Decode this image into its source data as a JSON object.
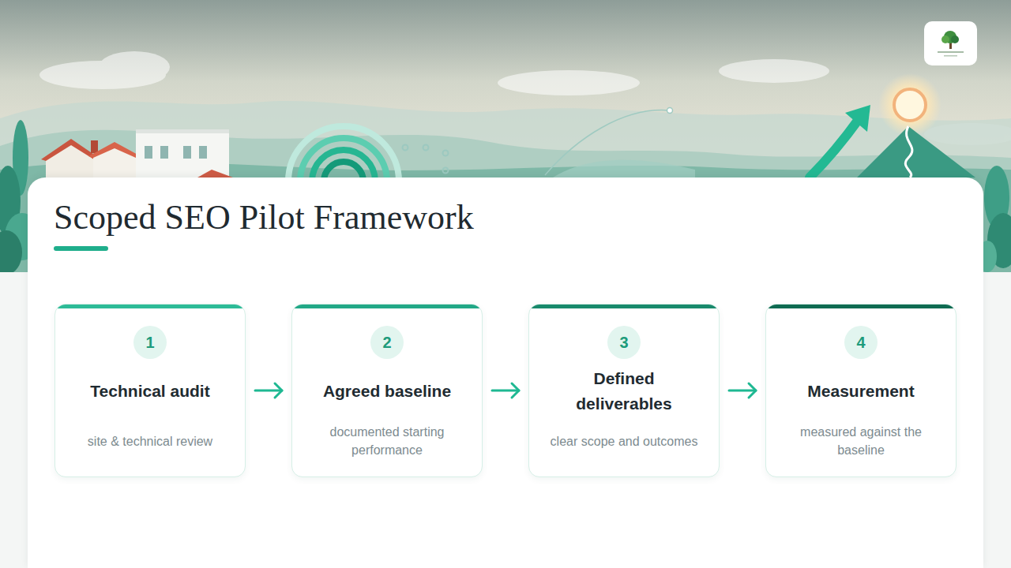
{
  "diagram": {
    "title": "Scoped SEO Pilot Framework",
    "nodes": [
      {
        "text": [
          "1",
          "Technical audit",
          "site & technical review"
        ]
      },
      {
        "text": [
          "2",
          "Agreed baseline",
          "documented starting performance"
        ]
      },
      {
        "text": [
          "3",
          "Defined deliverables",
          "clear scope and outcomes"
        ]
      },
      {
        "text": [
          "4",
          "Measurement",
          "measured against the baseline"
        ]
      }
    ],
    "edges": [
      {
        "from": 0,
        "to": 1,
        "arrow": "to"
      },
      {
        "from": 1,
        "to": 2,
        "arrow": "to"
      },
      {
        "from": 2,
        "to": 3,
        "arrow": "to"
      }
    ]
  }
}
